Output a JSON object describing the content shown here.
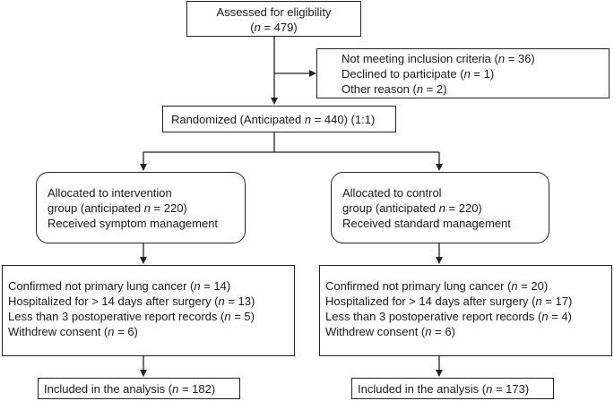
{
  "eligibility": {
    "line1": "Assessed for eligibility",
    "line2_pre": "(",
    "n_symbol": "n",
    "line2_post": " = 479)"
  },
  "exclusions": [
    {
      "pre": "Not meeting inclusion criteria (",
      "n": "n",
      "post": " = 36)"
    },
    {
      "pre": "Declined to participate (",
      "n": "n",
      "post": " = 1)"
    },
    {
      "pre": "Other reason (",
      "n": "n",
      "post": " = 2)"
    }
  ],
  "randomized": {
    "pre": "Randomized (Anticipated ",
    "n": "n",
    "post": " = 440) (1:1)"
  },
  "intervention": {
    "line1": "Allocated to intervention",
    "line2_pre": "group (anticipated ",
    "line2_n": "n",
    "line2_post": " = 220)",
    "line3": "Received symptom management"
  },
  "control": {
    "line1": "Allocated to control",
    "line2_pre": "group (anticipated ",
    "line2_n": "n",
    "line2_post": " = 220)",
    "line3": "Received standard management"
  },
  "intervention_exclusions": [
    {
      "pre": "Confirmed not primary lung cancer (",
      "n": "n",
      "post": " = 14)"
    },
    {
      "pre": "Hospitalized for > 14 days after surgery (",
      "n": "n",
      "post": " = 13)"
    },
    {
      "pre": "Less than 3 postoperative report records (",
      "n": "n",
      "post": " = 5)"
    },
    {
      "pre": "Withdrew consent (",
      "n": "n",
      "post": " = 6)"
    }
  ],
  "control_exclusions": [
    {
      "pre": "Confirmed not primary lung cancer (",
      "n": "n",
      "post": " = 20)"
    },
    {
      "pre": "Hospitalized for > 14 days after surgery (",
      "n": "n",
      "post": " = 17)"
    },
    {
      "pre": "Less than 3 postoperative report records (",
      "n": "n",
      "post": " = 4)"
    },
    {
      "pre": "Withdrew consent (",
      "n": "n",
      "post": " = 6)"
    }
  ],
  "intervention_analysis": {
    "pre": "Included in the analysis (",
    "n": "n",
    "post": " = 182)"
  },
  "control_analysis": {
    "pre": "Included in the analysis (",
    "n": "n",
    "post": " = 173)"
  }
}
